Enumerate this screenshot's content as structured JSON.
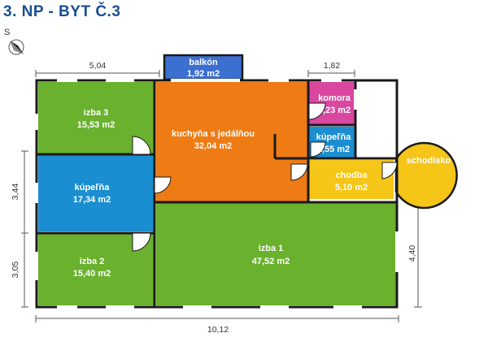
{
  "title": "3. NP - BYT Č.3",
  "compass": {
    "label": "S",
    "icon": "north-arrow-icon"
  },
  "rooms": {
    "balkon": {
      "name": "balkón",
      "area": "1,92 m2",
      "color": "#3b6fd0"
    },
    "komora": {
      "name": "komora",
      "area": "3,23 m2",
      "color": "#d9479f"
    },
    "kupelna_s": {
      "name": "kúpeľňa",
      "area": "2,55 m2",
      "color": "#1a8ed0"
    },
    "kuchyna": {
      "name": "kuchyňa s jedálňou",
      "area": "32,04 m2",
      "color": "#ef7b14"
    },
    "izba3": {
      "name": "izba 3",
      "area": "15,53 m2",
      "color": "#6ab12e"
    },
    "kupelna": {
      "name": "kúpeľňa",
      "area": "17,34 m2",
      "color": "#1a8ed0"
    },
    "chodba": {
      "name": "chodba",
      "area": "5,10 m2",
      "color": "#f5c518"
    },
    "schodisko": {
      "name": "schodisko",
      "area": "",
      "color": "#f5c518"
    },
    "izba1": {
      "name": "izba 1",
      "area": "47,52 m2",
      "color": "#6ab12e"
    },
    "izba2": {
      "name": "izba 2",
      "area": "15,40 m2",
      "color": "#6ab12e"
    }
  },
  "dimensions": {
    "top_left": "5,04",
    "top_right": "1,82",
    "left_upper": "3,44",
    "left_lower": "3,05",
    "right": "4,40",
    "bottom": "10,12"
  }
}
